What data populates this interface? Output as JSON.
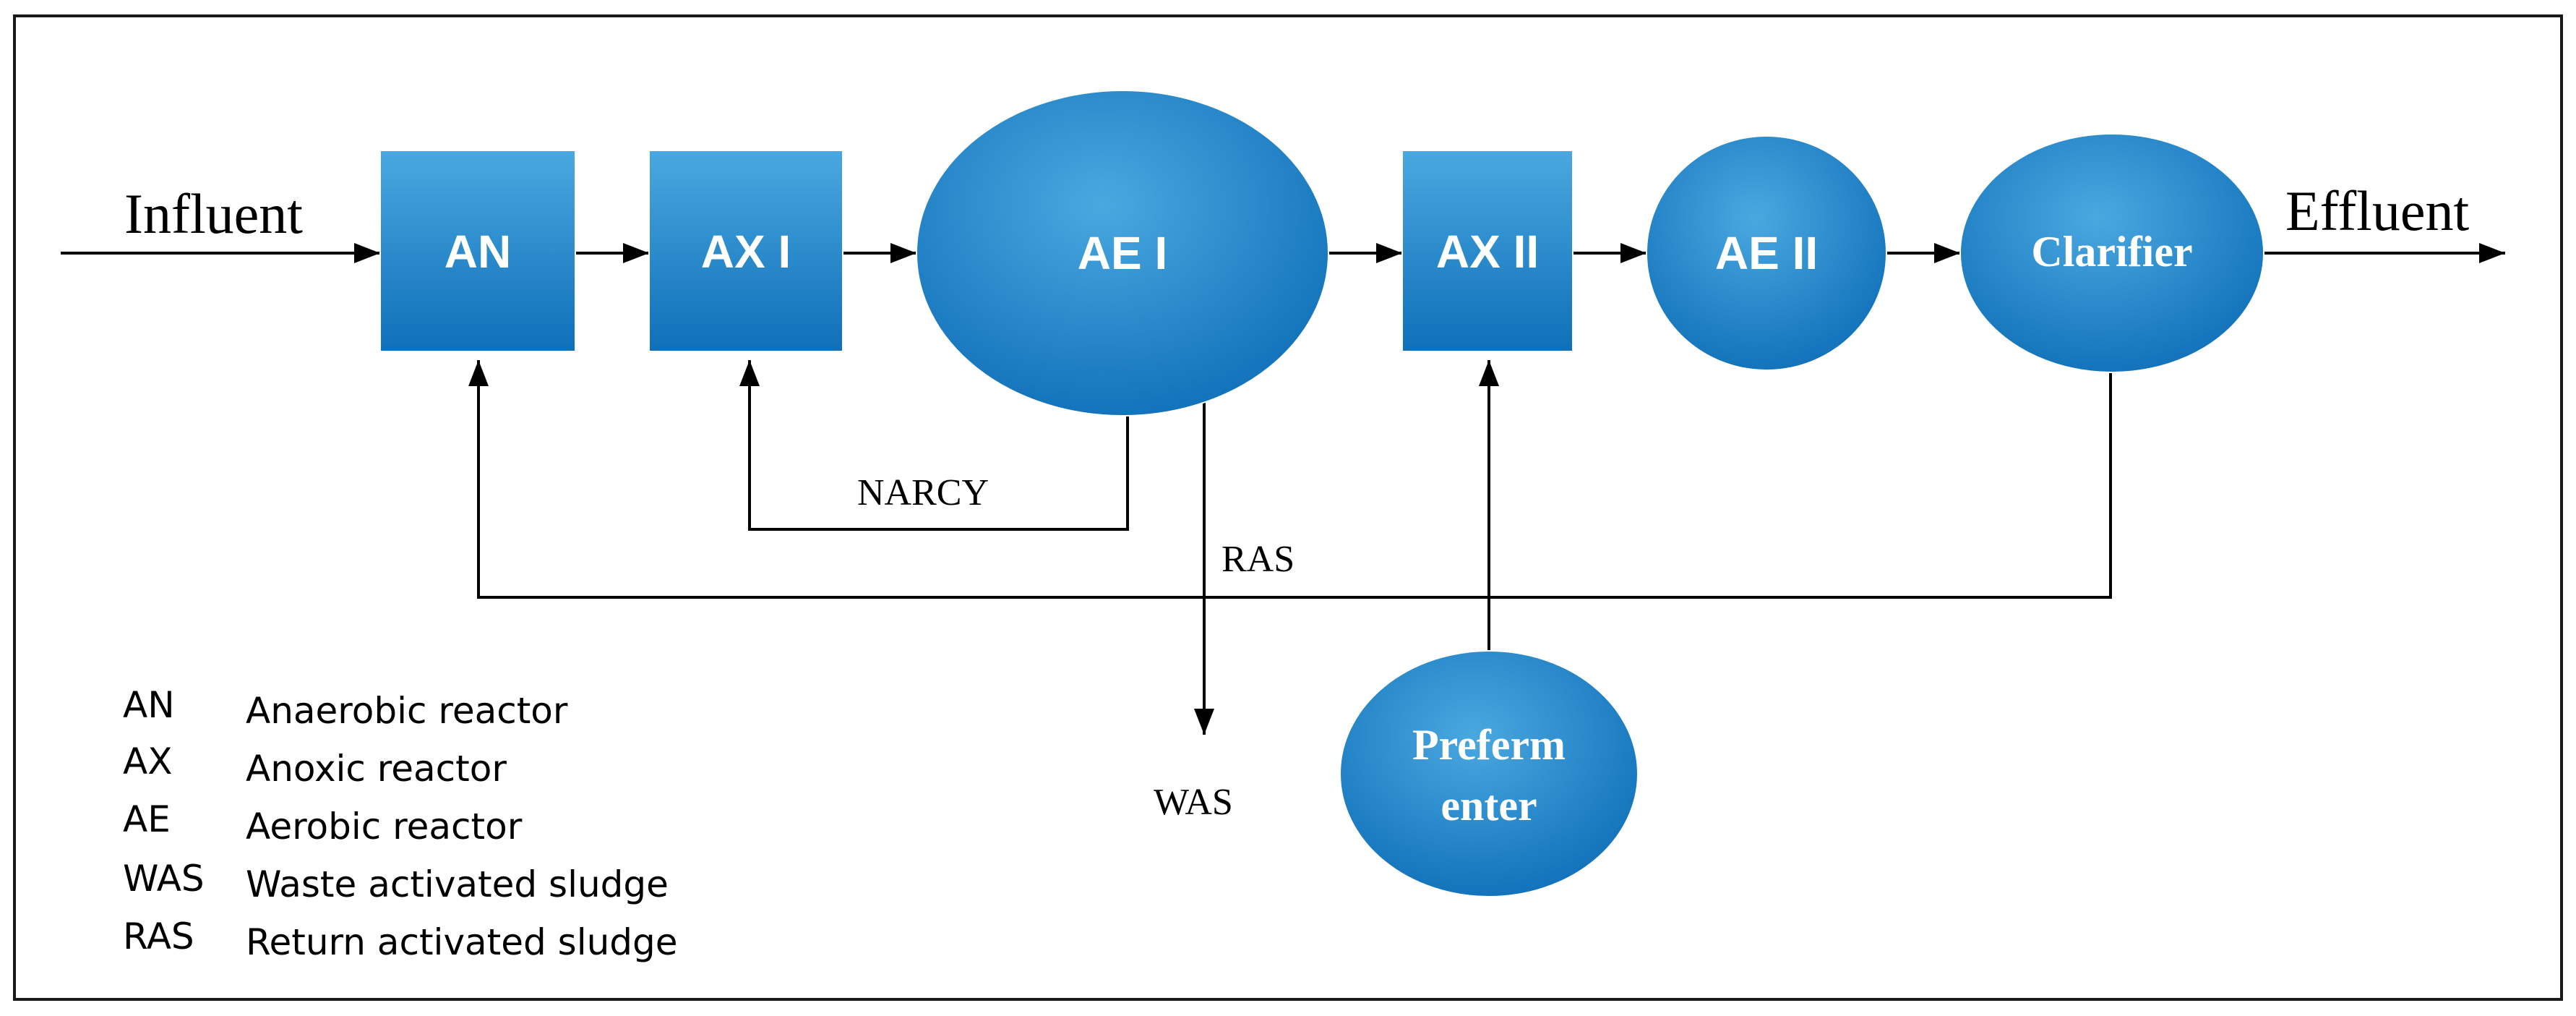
{
  "colors": {
    "node_top": "#4aa8e0",
    "node_bottom": "#0f6fb8",
    "line": "#000000",
    "frame": "#1a1a1a"
  },
  "nodes": {
    "an": "AN",
    "ax1": "AX I",
    "ae1": "AE I",
    "ax2": "AX II",
    "ae2": "AE II",
    "clarifier": "Clarifier",
    "prefermenter": [
      "Preferm",
      "enter"
    ]
  },
  "labels": {
    "influent": "Influent",
    "effluent": "Effluent",
    "narcy": "NARCY",
    "ras": "RAS",
    "was": "WAS"
  },
  "legend": [
    {
      "abbr": "AN",
      "desc": "Anaerobic reactor"
    },
    {
      "abbr": "AX",
      "desc": "Anoxic reactor"
    },
    {
      "abbr": "AE",
      "desc": "Aerobic reactor"
    },
    {
      "abbr": "WAS",
      "desc": "Waste activated sludge"
    },
    {
      "abbr": "RAS",
      "desc": "Return activated sludge"
    }
  ]
}
